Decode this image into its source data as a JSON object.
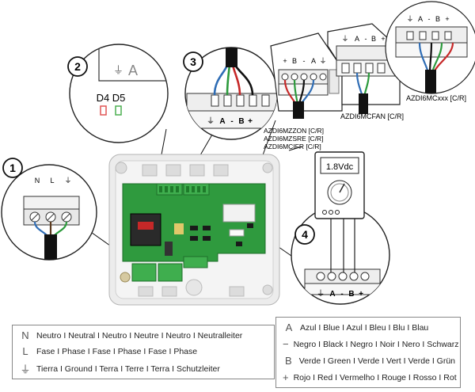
{
  "callouts": {
    "c1": {
      "number": "1",
      "labels": [
        "N",
        "L",
        "⏚"
      ]
    },
    "c2": {
      "number": "2",
      "ground_symbol": "⏚",
      "letter": "A",
      "leds": "D4 D5"
    },
    "c3": {
      "number": "3",
      "labels": [
        "⏚",
        "A",
        "-",
        "B",
        "+"
      ]
    },
    "c4": {
      "number": "4",
      "display": "1.8Vdc",
      "labels": [
        "⏚",
        "A",
        "-",
        "B",
        "+"
      ]
    }
  },
  "connectors": {
    "zone": {
      "pins": [
        "+",
        "B",
        "-",
        "A",
        "⏚"
      ],
      "models": [
        "AZDI6MZZON [C/R]",
        "AZDI6MZSRE [C/R]",
        "AZDI6MCIFR [C/R]"
      ]
    },
    "fan": {
      "pins": [
        "⏚",
        "A",
        "-",
        "B",
        "+"
      ],
      "model": "AZDI6MCFAN [C/R]"
    },
    "mc": {
      "pins": [
        "⏚",
        "A",
        "-",
        "B",
        "+"
      ],
      "model": "AZDI6MCxxx [C/R]"
    }
  },
  "colors": {
    "blue": "#2f6db5",
    "green": "#2c9a3c",
    "red": "#c62828",
    "black": "#111111",
    "board": "#2f9a3e"
  },
  "legend_left": [
    {
      "symbol": "N",
      "text": "Neutro I Neutral I Neutro I Neutre I Neutro I Neutralleiter"
    },
    {
      "symbol": "L",
      "text": "Fase I Phase I Fase I Phase I Fase I Phase"
    },
    {
      "symbol": "⏚",
      "text": "Tierra I Ground I Terra I Terre I Terra I Schutzleiter"
    }
  ],
  "legend_right": [
    {
      "symbol": "A",
      "text": "Azul I Blue I Azul I Bleu I Blu I Blau"
    },
    {
      "symbol": "−",
      "text": "Negro I Black I Negro I Noir I Nero I Schwarz"
    },
    {
      "symbol": "B",
      "text": "Verde I Green I Verde I Vert I Verde I Grün"
    },
    {
      "symbol": "+",
      "text": "Rojo I Red I Vermelho I Rouge I Rosso I Rot"
    }
  ]
}
